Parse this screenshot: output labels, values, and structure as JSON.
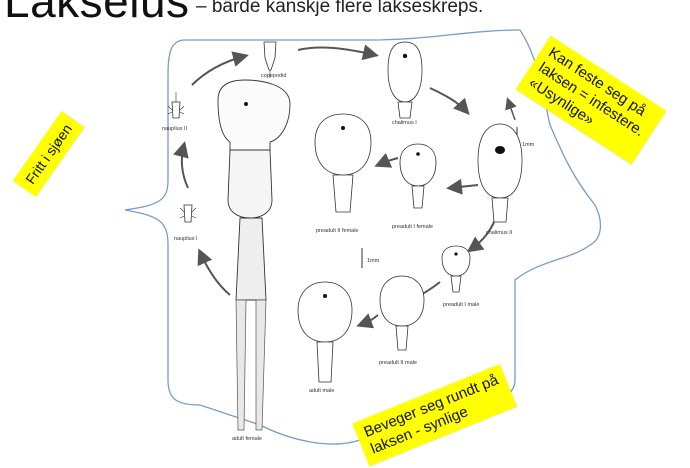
{
  "header": {
    "title": "Lakselus",
    "subtitle": "– bärde kanskje flere lakseskreps."
  },
  "callouts": {
    "free_living": "Fritt i sjøen",
    "attached": [
      "Kan feste seg på",
      "laksen = infestere.",
      "«Usynlige»"
    ],
    "mobile": [
      "Beveger seg rundt på",
      "laksen - synlige"
    ]
  },
  "stages": {
    "copepodid": "copepodid",
    "chalimus_1": "chalimus I",
    "chalimus_2": "chalimus II",
    "nauplius_2": "nauplius II",
    "nauplius_1": "nauplius I",
    "preadult_2_female": "preadult II female",
    "preadult_1_female": "preadult I female",
    "preadult_1_male": "preadult I male",
    "preadult_2_male": "preadult II male",
    "adult_male": "adult male",
    "adult_female": "adult female"
  },
  "scale_bars": {
    "right": "1mm",
    "center": "1mm"
  },
  "colors": {
    "highlight": "#ffff00",
    "bracket": "#7a9cc8",
    "arrow": "#555555"
  }
}
